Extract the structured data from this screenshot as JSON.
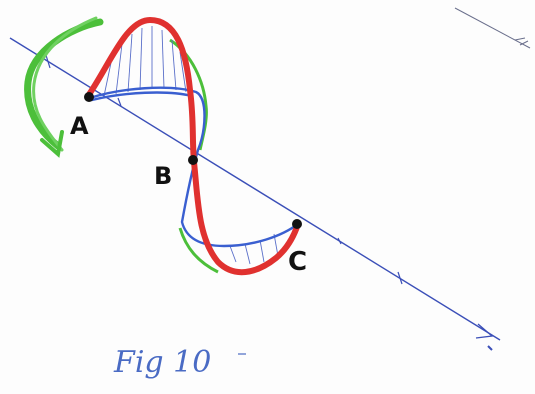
{
  "points": {
    "a": "A",
    "b": "B",
    "c": "C"
  },
  "caption": "Fig 10",
  "colors": {
    "axis": "#3b4fb8",
    "red_curve": "#e0312f",
    "blue_curve": "#3a5fd0",
    "green_stroke": "#4cbf3a",
    "ink": "#111111",
    "caption_ink": "#4a6bc4"
  }
}
